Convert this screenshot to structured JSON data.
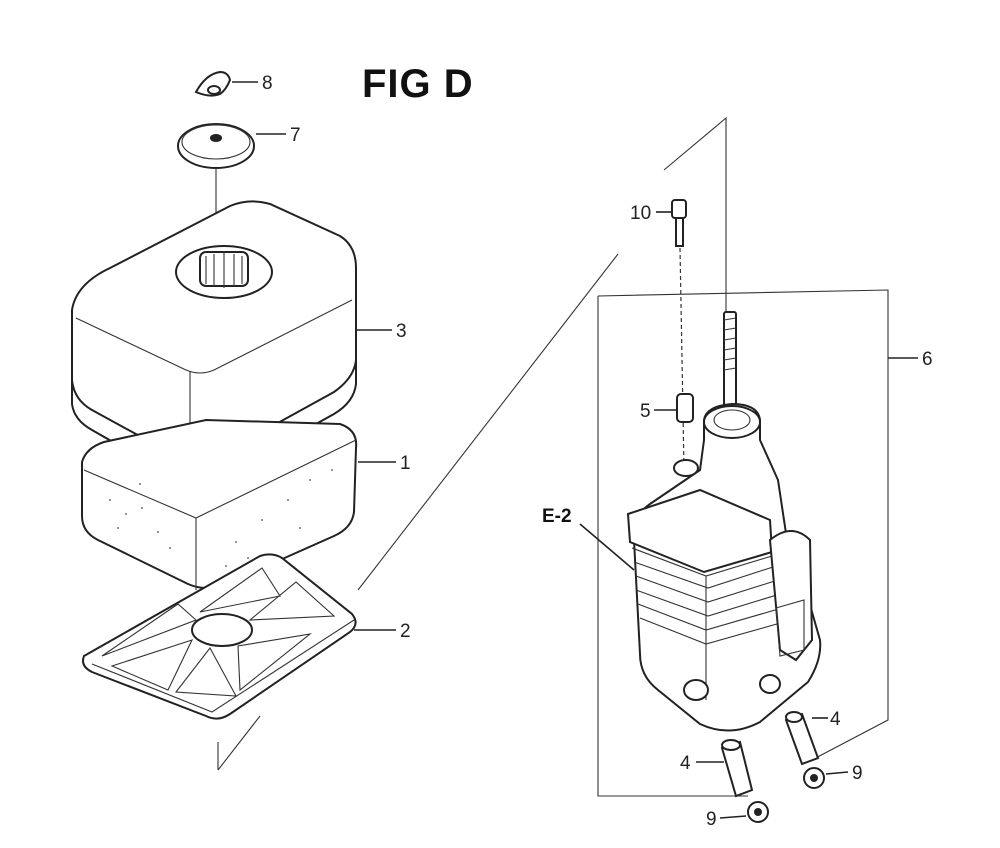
{
  "title": "FIG D",
  "callouts": {
    "c1": "1",
    "c2": "2",
    "c3": "3",
    "c4a": "4",
    "c4b": "4",
    "c5": "5",
    "c6": "6",
    "c7": "7",
    "c8": "8",
    "c9a": "9",
    "c9b": "9",
    "c10": "10",
    "ref": "E-2"
  }
}
